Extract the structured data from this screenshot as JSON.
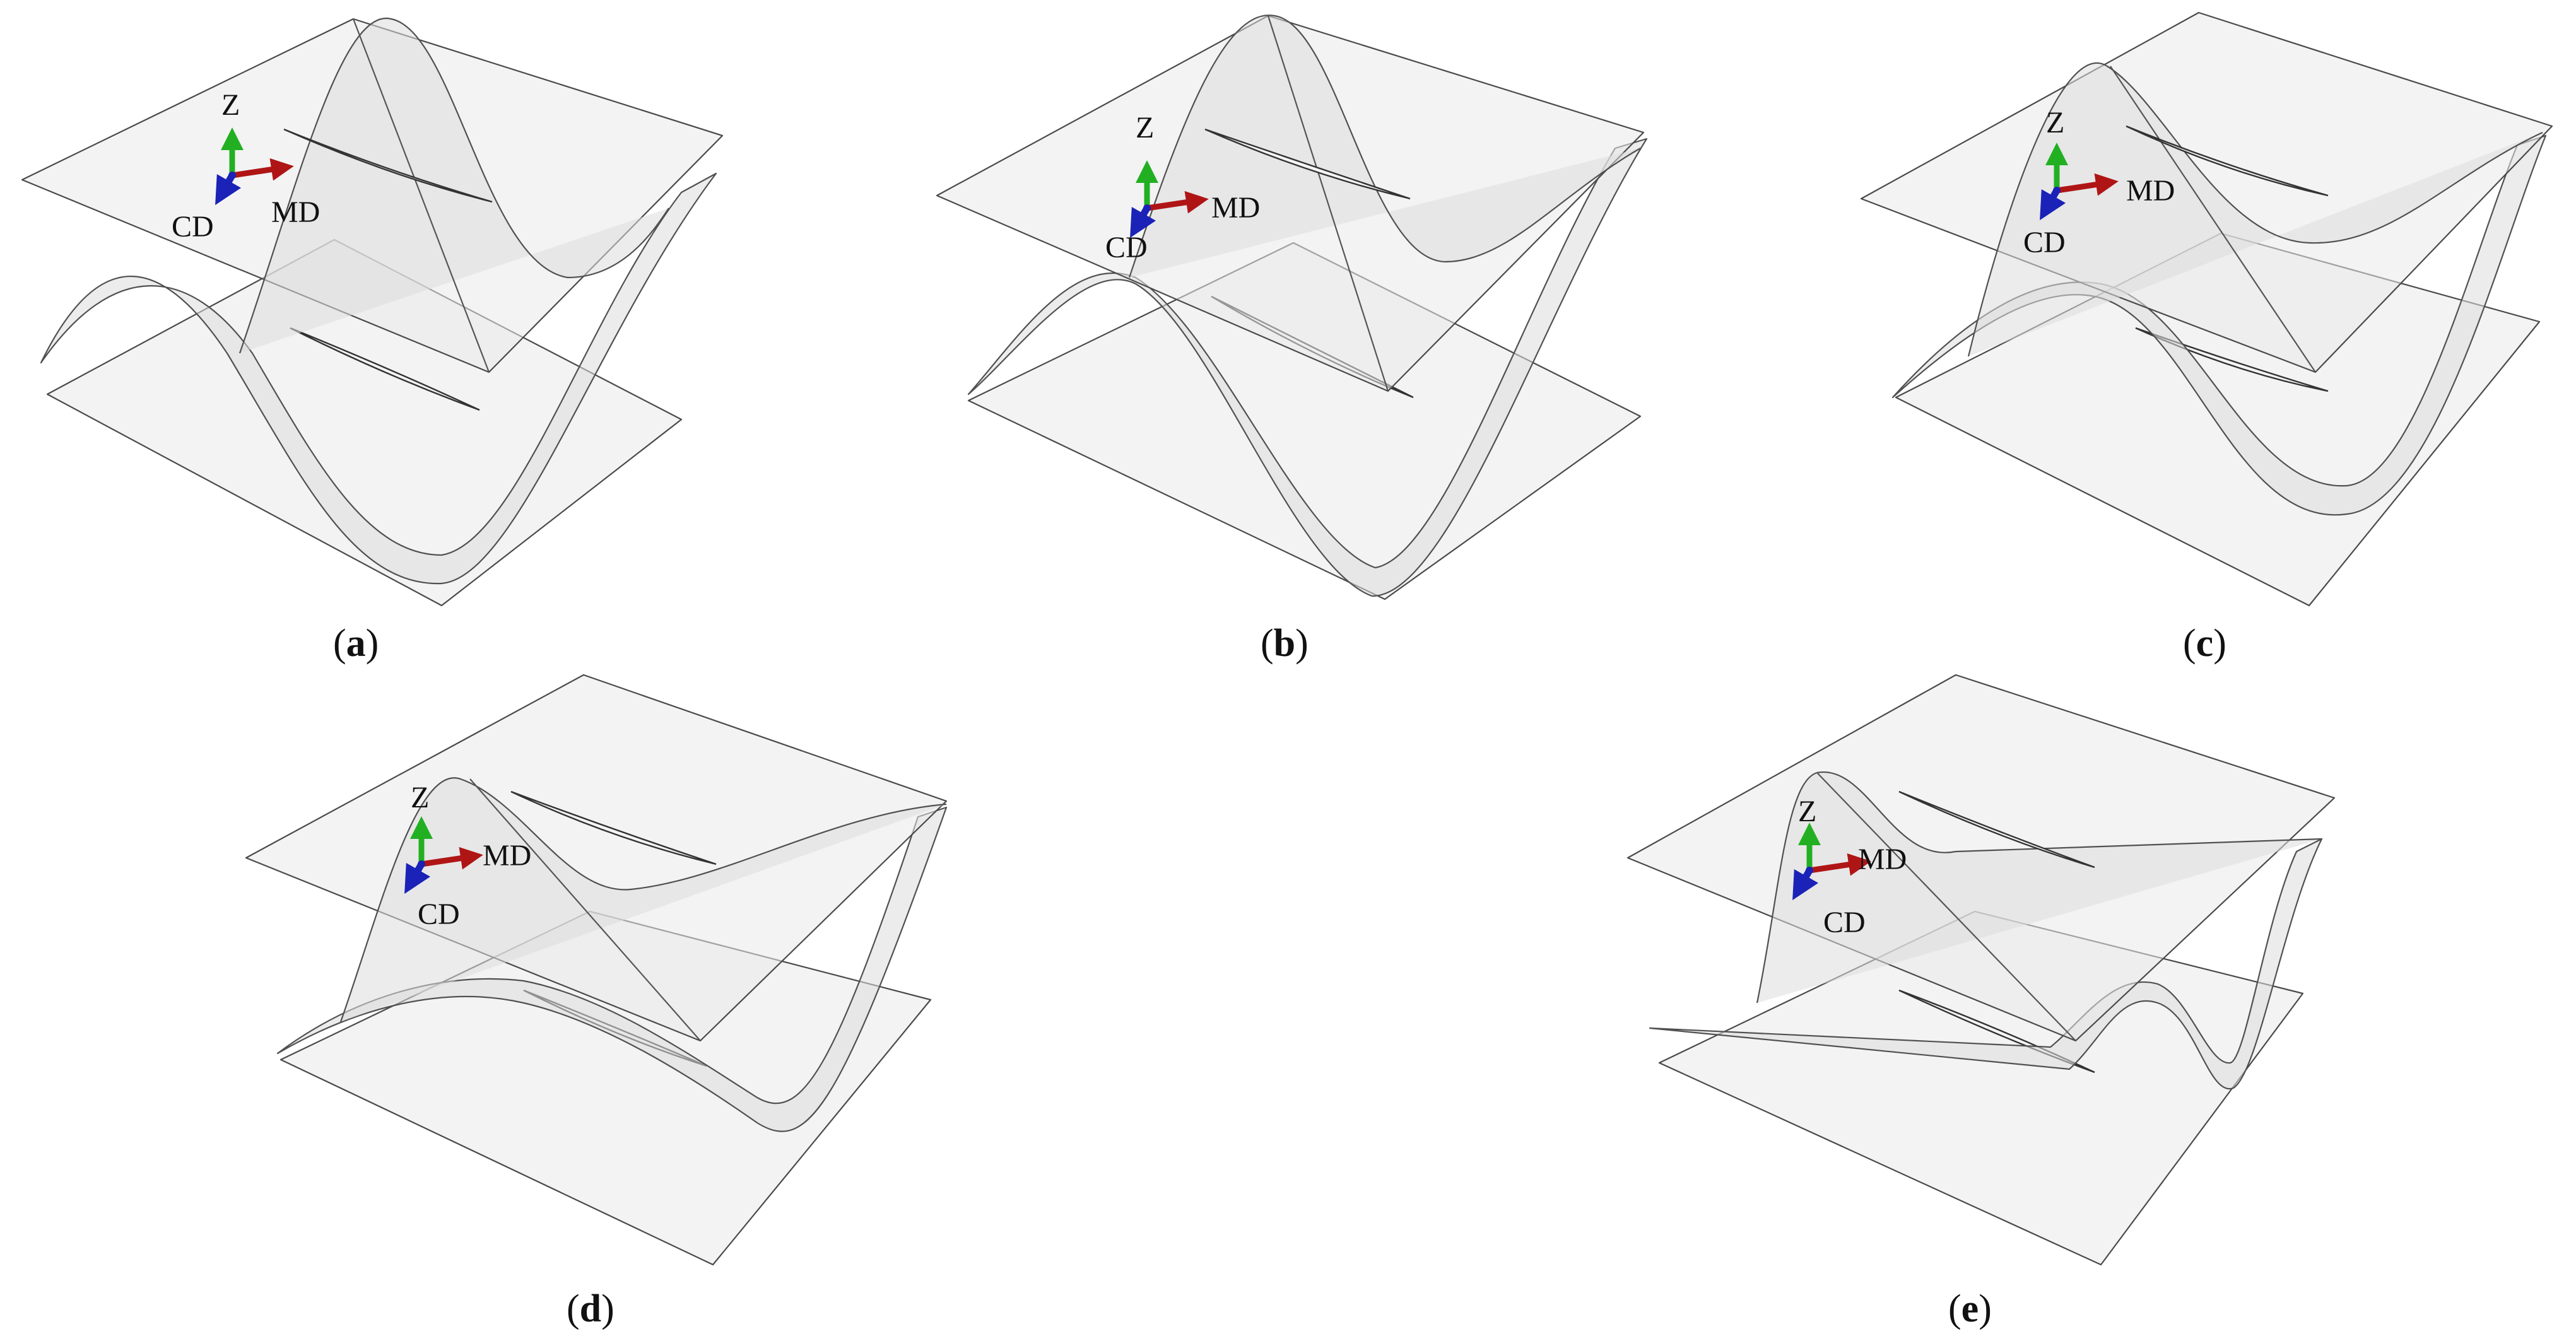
{
  "panels": [
    {
      "id": "a",
      "caption": {
        "open": "(",
        "letter": "a",
        "close": ")"
      }
    },
    {
      "id": "b",
      "caption": {
        "open": "(",
        "letter": "b",
        "close": ")"
      }
    },
    {
      "id": "c",
      "caption": {
        "open": "(",
        "letter": "c",
        "close": ")"
      }
    },
    {
      "id": "d",
      "caption": {
        "open": "(",
        "letter": "d",
        "close": ")"
      }
    },
    {
      "id": "e",
      "caption": {
        "open": "(",
        "letter": "e",
        "close": ")"
      }
    }
  ],
  "axes": {
    "z_label": "Z",
    "md_label": "MD",
    "cd_label": "CD"
  },
  "colors": {
    "z_axis": "#22b022",
    "md_axis": "#b01515",
    "cd_axis": "#1a22b8"
  }
}
